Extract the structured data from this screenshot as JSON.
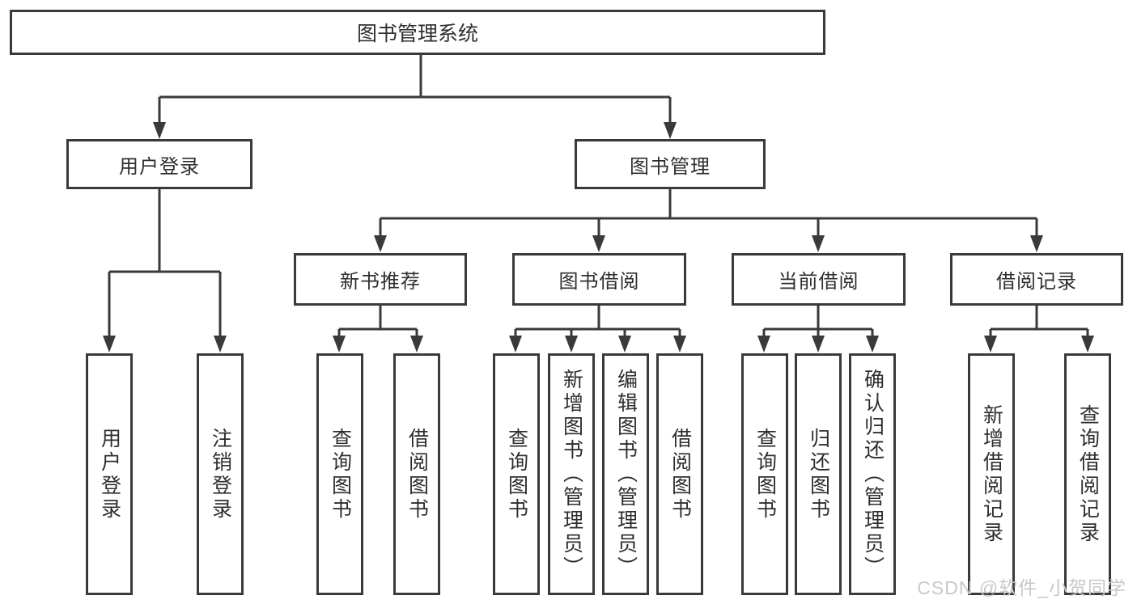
{
  "diagram": {
    "root": {
      "label": "图书管理系统",
      "children": [
        {
          "label": "用户登录",
          "children": [
            {
              "label": "用户登录"
            },
            {
              "label": "注销登录"
            }
          ]
        },
        {
          "label": "图书管理",
          "children": [
            {
              "label": "新书推荐",
              "children": [
                {
                  "label": "查询图书"
                },
                {
                  "label": "借阅图书"
                }
              ]
            },
            {
              "label": "图书借阅",
              "children": [
                {
                  "label": "查询图书"
                },
                {
                  "label": "新增图书（管理员）"
                },
                {
                  "label": "编辑图书（管理员）"
                },
                {
                  "label": "借阅图书"
                }
              ]
            },
            {
              "label": "当前借阅",
              "children": [
                {
                  "label": "查询图书"
                },
                {
                  "label": "归还图书"
                },
                {
                  "label": "确认归还（管理员）"
                }
              ]
            },
            {
              "label": "借阅记录",
              "children": [
                {
                  "label": "新增借阅记录"
                },
                {
                  "label": "查询借阅记录"
                }
              ]
            }
          ]
        }
      ]
    }
  },
  "watermark": {
    "text": "CSDN @软件_小贺同学"
  },
  "colors": {
    "line": "#3a3a3a",
    "text": "#2e2e2e",
    "watermark": "#c9c9c9",
    "background": "#ffffff"
  }
}
